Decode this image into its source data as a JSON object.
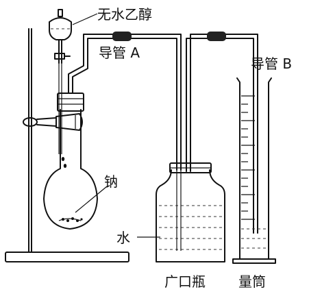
{
  "labels": {
    "ethanol": "无水乙醇",
    "tube_a": "导管 A",
    "tube_b": "导管 B",
    "sodium": "钠",
    "water": "水",
    "jar": "广口瓶",
    "cylinder": "量筒"
  }
}
